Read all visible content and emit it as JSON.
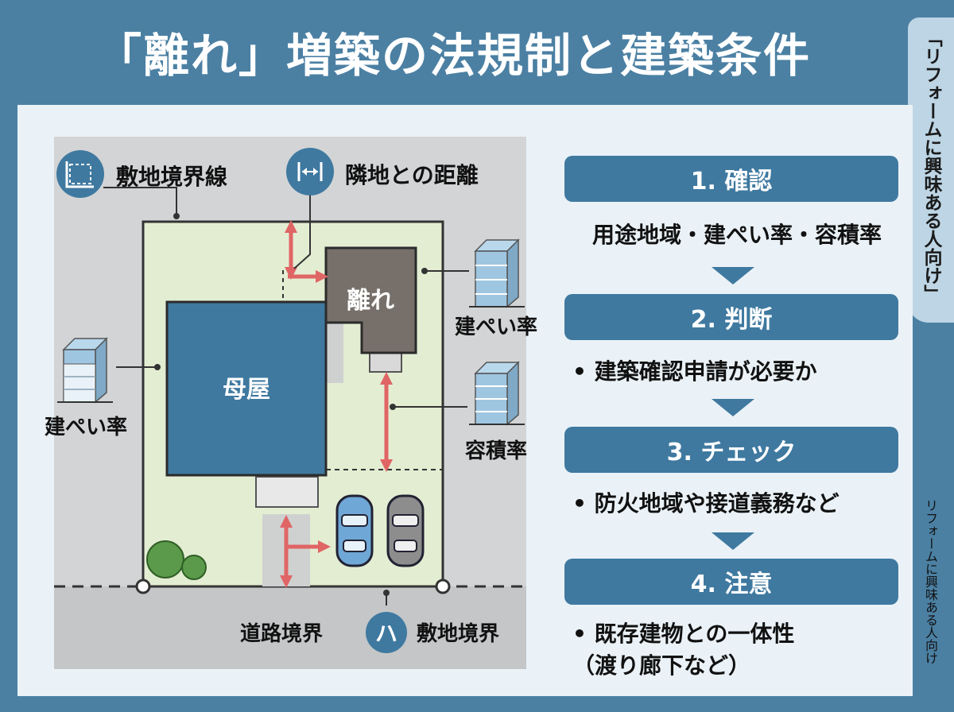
{
  "title": "「離れ」増築の法規制と建築条件",
  "side_tab": "「リフォームに興味ある人向け」",
  "side_note": "リフォームに興味ある人向け",
  "diagram": {
    "boundary_line_label": "敷地境界線",
    "neighbor_distance_label": "隣地との距離",
    "annex_label": "離れ",
    "main_house_label": "母屋",
    "coverage_label_right": "建ぺい率",
    "coverage_label_left": "建ぺい率",
    "floor_area_ratio_label": "容積率",
    "road_boundary_label": "道路境界",
    "site_boundary_label": "敷地境界",
    "site_boundary_icon": "ハ"
  },
  "steps": [
    {
      "label": "1. 確認",
      "desc": "用途地域・建ぺい率・容積率"
    },
    {
      "label": "2. 判断",
      "desc": "• 建築確認申請が必要か"
    },
    {
      "label": "3. チェック",
      "desc": "• 防火地域や接道義務など"
    },
    {
      "label": "4. 注意",
      "desc": "• 既存建物との一体性",
      "desc2": "（渡り廊下など）"
    }
  ],
  "colors": {
    "background": "#4b80a3",
    "panel": "#eaf2f7",
    "site": "#e3edd2",
    "main_house": "#3f79a0",
    "annex": "#77706a",
    "arrow": "#e06565",
    "step": "#3f79a0"
  },
  "icons": [
    "boundary-frame-icon",
    "distance-arrows-icon",
    "building-icon",
    "car-icon",
    "tree-icon"
  ]
}
